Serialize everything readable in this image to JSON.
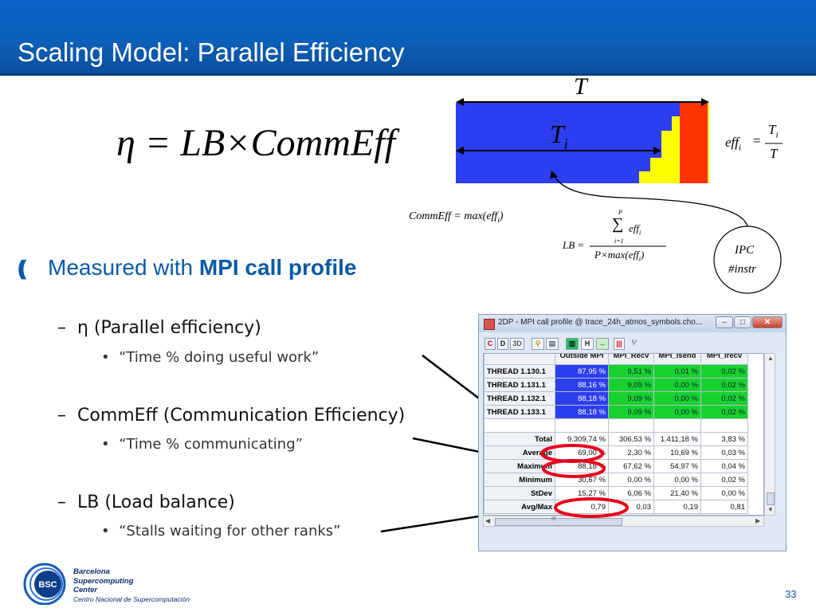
{
  "title": "Scaling Model: Parallel Efficiency",
  "equations": {
    "main": "η = LB×CommEff",
    "t_label": "T",
    "ti_label": "T",
    "ti_sub": "i",
    "eff_lhs": "eff",
    "eff_lhs_sub": "i",
    "eff_num": "T",
    "eff_num_sub": "i",
    "eff_den": "T",
    "comm_eff": "CommEff = max(eff",
    "comm_eff_sub": "i",
    "comm_eff_close": ")",
    "lb_lhs": "LB =",
    "lb_sum_top": "P",
    "lb_sum_bottom": "i=1",
    "lb_sum_term": "eff",
    "lb_sum_term_sub": "i",
    "lb_den": "P×max(eff",
    "lb_den_sub": "i",
    "lb_den_close": ")",
    "ipc": "IPC",
    "instr": "#instr"
  },
  "bullets": {
    "measured_prefix": "Measured with ",
    "measured_bold": "MPI call profile",
    "items": [
      {
        "dash": "–",
        "label": "η (Parallel efficiency)",
        "sub": "“Time % doing useful work”"
      },
      {
        "dash": "–",
        "label": "CommEff (Communication Efficiency)",
        "sub": "“Time % communicating”"
      },
      {
        "dash": "–",
        "label": "LB (Load balance)",
        "sub": "“Stalls waiting for other ranks”"
      }
    ],
    "sub_marker": "•"
  },
  "window": {
    "title": "2DP - MPI call profile @ trace_24h_atmos_symbols.cho...",
    "btn_min": "–",
    "btn_max": "□",
    "btn_close": "✕",
    "toolbar": [
      "3D",
      "H"
    ],
    "columns": [
      "Outside MPI",
      "MPI_Recv",
      "MPI_Isend",
      "MPI_Irecv"
    ],
    "rows": [
      {
        "label": "THREAD 1.130.1",
        "values": [
          "87,95 %",
          "9,51 %",
          "0,01 %",
          "0,02 %"
        ]
      },
      {
        "label": "THREAD 1.131.1",
        "values": [
          "88,16 %",
          "9,09 %",
          "0,00 %",
          "0,02 %"
        ]
      },
      {
        "label": "THREAD 1.132.1",
        "values": [
          "88,18 %",
          "9,09 %",
          "0,00 %",
          "0,02 %"
        ]
      },
      {
        "label": "THREAD 1.133.1",
        "values": [
          "88,18 %",
          "9,09 %",
          "0,00 %",
          "0,02 %"
        ]
      }
    ],
    "stats": [
      {
        "label": "Total",
        "values": [
          "9.309,74 %",
          "306,53 %",
          "1.411,18 %",
          "3,83 %"
        ]
      },
      {
        "label": "Average",
        "values": [
          "69,00 %",
          "2,30 %",
          "10,69 %",
          "0,03 %"
        ]
      },
      {
        "label": "Maximum",
        "values": [
          "88,18 %",
          "67,62 %",
          "54,97 %",
          "0,04 %"
        ]
      },
      {
        "label": "Minimum",
        "values": [
          "30,67 %",
          "0,00 %",
          "0,00 %",
          "0,02 %"
        ]
      },
      {
        "label": "StDev",
        "values": [
          "15,27 %",
          "6,06 %",
          "21,40 %",
          "0,00 %"
        ]
      },
      {
        "label": "Avg/Max",
        "values": [
          "0,79",
          "0,03",
          "0,19",
          "0,81"
        ]
      }
    ],
    "hscroll_mark": "III"
  },
  "footer": {
    "org_line1": "Barcelona",
    "org_line2": "Supercomputing",
    "org_line3": "Center",
    "org_line4": "Centro Nacional de Supercomputación",
    "logo_text": "BSC",
    "page": "33"
  },
  "colors": {
    "title_bg": "#0d5fb8",
    "accent_blue": "#0a5aa6",
    "bar_blue": "#2c3ff0",
    "bar_yellow": "#ffff00",
    "bar_red": "#ff3300",
    "cell_green": "#17d12e",
    "highlight_red": "#e8001c"
  }
}
